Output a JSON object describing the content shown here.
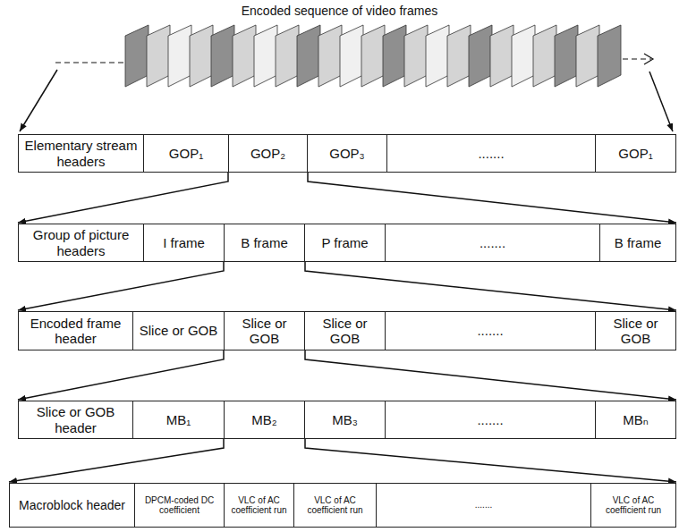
{
  "diagram": {
    "title": "Encoded sequence of video frames",
    "nodes": [
      {
        "text": [
          "Elementary stream headers"
        ]
      },
      {
        "text": [
          "GOP₁"
        ]
      },
      {
        "text": [
          "GOP₂"
        ]
      },
      {
        "text": [
          "GOP₃"
        ]
      },
      {
        "text": [
          "......."
        ]
      },
      {
        "text": [
          "GOP₁"
        ]
      },
      {
        "text": [
          "Group of picture headers"
        ]
      },
      {
        "text": [
          "I frame"
        ]
      },
      {
        "text": [
          "B frame"
        ]
      },
      {
        "text": [
          "P frame"
        ]
      },
      {
        "text": [
          "......."
        ]
      },
      {
        "text": [
          "B frame"
        ]
      },
      {
        "text": [
          "Encoded frame header"
        ]
      },
      {
        "text": [
          "Slice or GOB"
        ]
      },
      {
        "text": [
          "Slice or GOB"
        ]
      },
      {
        "text": [
          "Slice or GOB"
        ]
      },
      {
        "text": [
          "......."
        ]
      },
      {
        "text": [
          "Slice or GOB"
        ]
      },
      {
        "text": [
          "Slice or GOB header"
        ]
      },
      {
        "text": [
          "MB₁"
        ]
      },
      {
        "text": [
          "MB₂"
        ]
      },
      {
        "text": [
          "MB₃"
        ]
      },
      {
        "text": [
          "......."
        ]
      },
      {
        "text": [
          "MBₙ"
        ]
      },
      {
        "text": [
          "Macroblock header"
        ]
      },
      {
        "text": [
          "DPCM-coded DC coefficient"
        ]
      },
      {
        "text": [
          "VLC of AC coefficient run"
        ]
      },
      {
        "text": [
          "VLC of AC coefficient run"
        ]
      },
      {
        "text": [
          "......."
        ]
      },
      {
        "text": [
          "VLC of AC coefficient run"
        ]
      }
    ],
    "edges": [
      {
        "from": 2,
        "to": 6,
        "arrow": "to"
      },
      {
        "from": 2,
        "to": 11,
        "arrow": "to"
      },
      {
        "from": 8,
        "to": 12,
        "arrow": "to"
      },
      {
        "from": 8,
        "to": 17,
        "arrow": "to"
      },
      {
        "from": 14,
        "to": 18,
        "arrow": "to"
      },
      {
        "from": 14,
        "to": 23,
        "arrow": "to"
      },
      {
        "from": 20,
        "to": 24,
        "arrow": "to"
      },
      {
        "from": 20,
        "to": 29,
        "arrow": "to"
      }
    ]
  }
}
